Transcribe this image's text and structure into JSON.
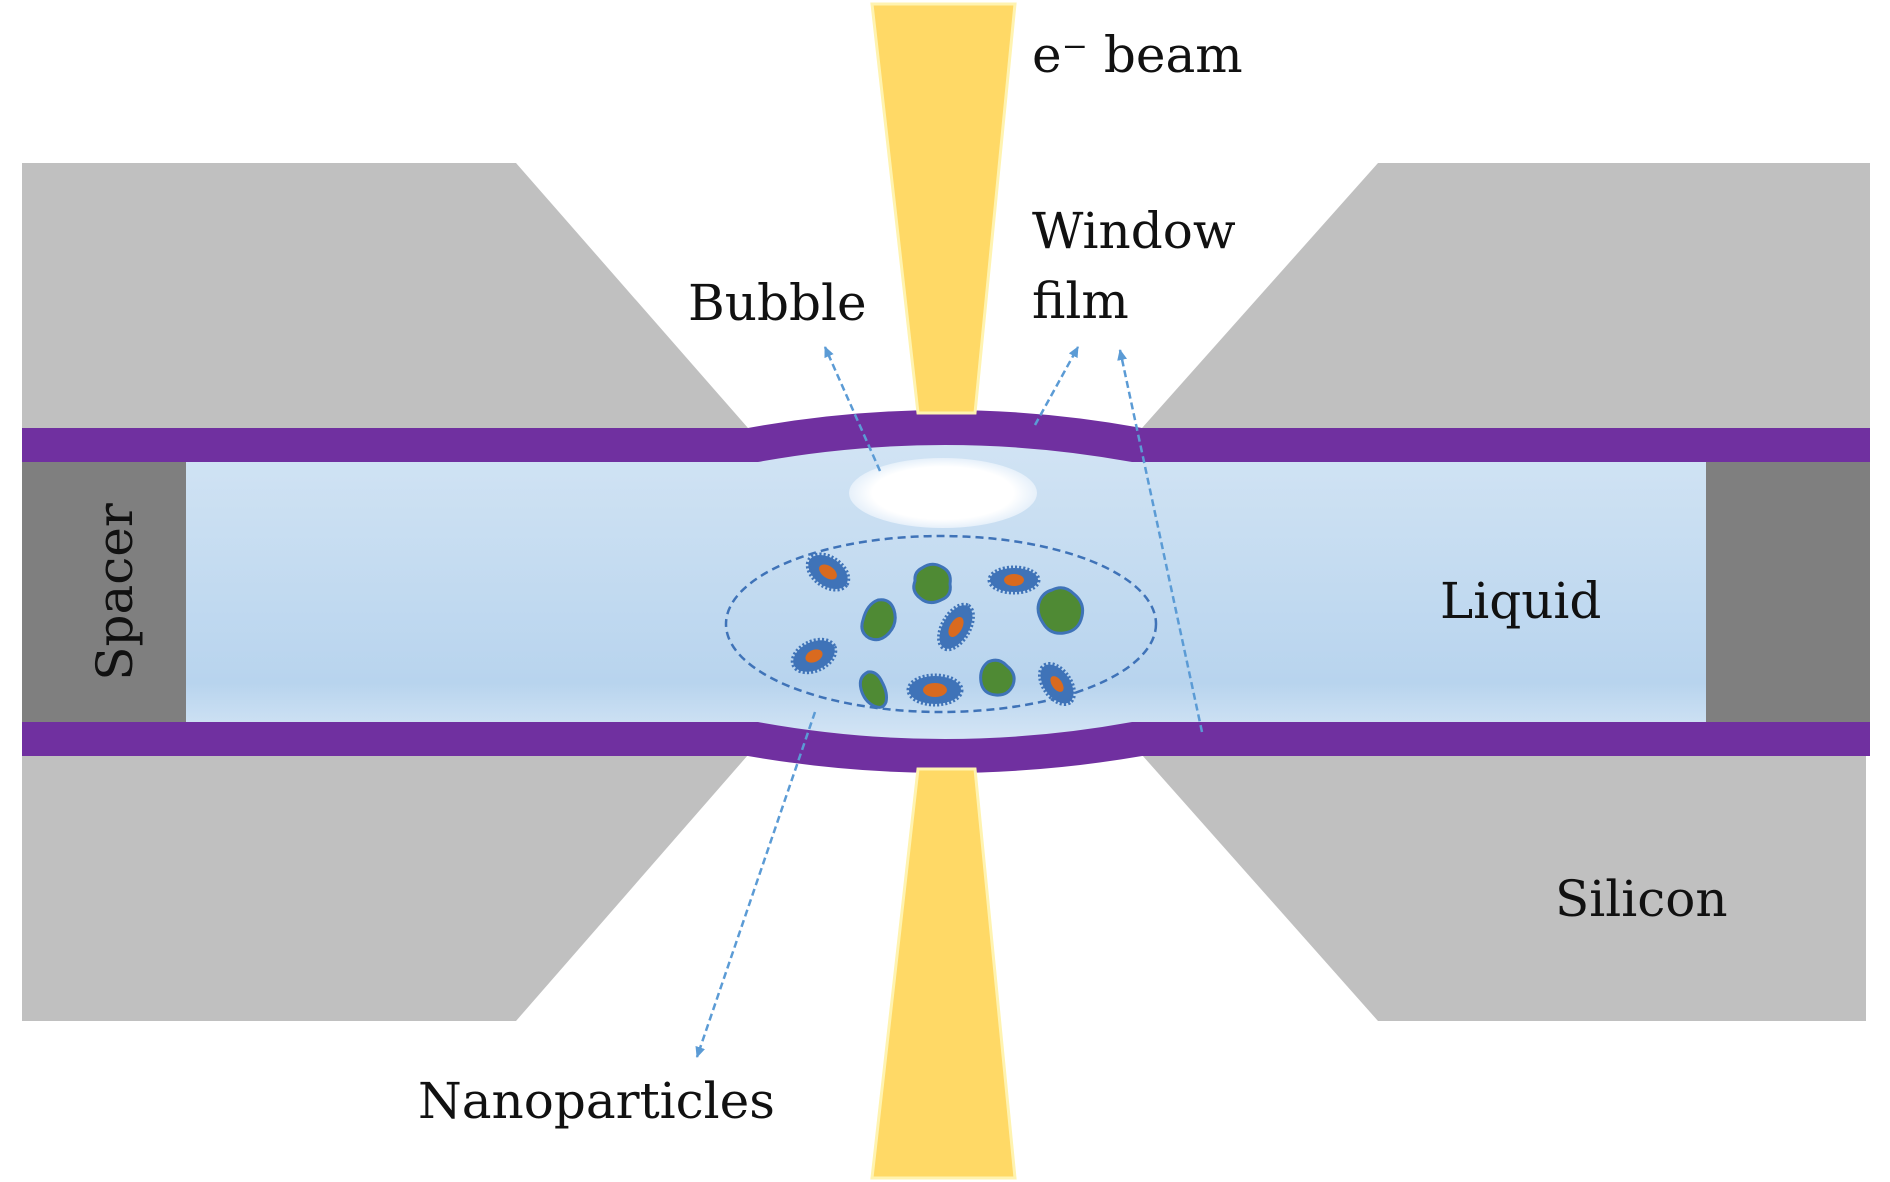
{
  "labels": {
    "ebeam": "e⁻ beam",
    "window_film_line1": "Window",
    "window_film_line2": "film",
    "bubble": "Bubble",
    "liquid": "Liquid",
    "spacer": "Spacer",
    "silicon": "Silicon",
    "nanoparticles": "Nanoparticles"
  },
  "colors": {
    "silicon": "#c0c0c0",
    "spacer": "#7f7f7f",
    "window_film": "#7030a0",
    "liquid": "#c4dcf0",
    "beam": "#ffd966",
    "arrow": "#5b9bd5",
    "particle_blue": "#3f73b8",
    "particle_core": "#d96a1f",
    "particle_green": "#4f8a34"
  }
}
